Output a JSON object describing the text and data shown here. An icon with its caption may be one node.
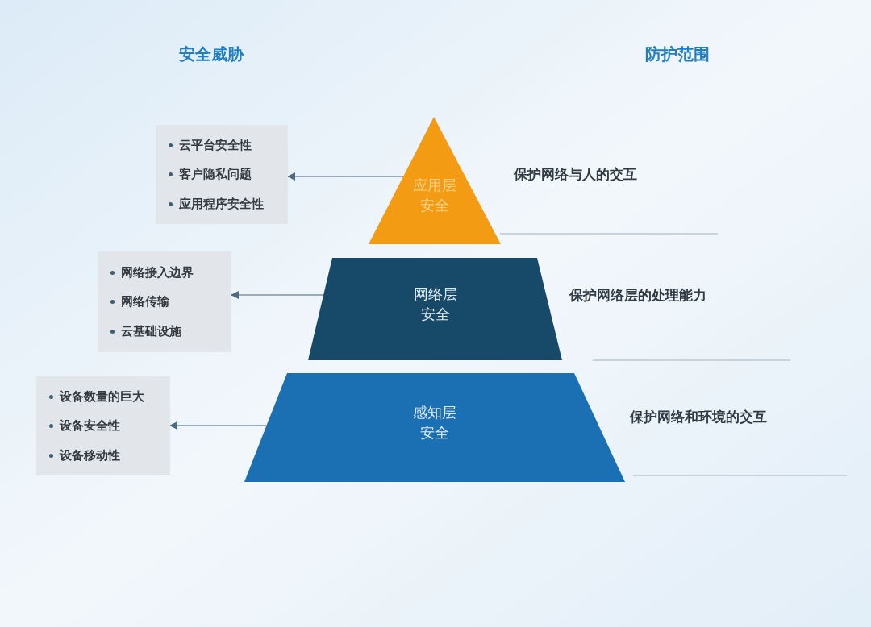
{
  "diagram": {
    "nodes": [
      {
        "text": [
          "应用层安全"
        ],
        "beside": [
          "保护网络与人的交互"
        ]
      },
      {
        "text": [
          "网络层安全"
        ],
        "beside": [
          "保护网络层的处理能力"
        ]
      },
      {
        "text": [
          "感知层安全"
        ],
        "beside": [
          "保护网络和环境的交互"
        ]
      },
      {
        "text": [
          "云平台安全性",
          "客户隐私问题",
          "应用程序安全性"
        ]
      },
      {
        "text": [
          "网络接入边界",
          "网络传输",
          "云基础设施"
        ]
      },
      {
        "text": [
          "设备数量的巨大",
          "设备安全性",
          "设备移动性"
        ]
      }
    ],
    "edges": [
      {
        "from": 0,
        "to": 3,
        "arrow": "to"
      },
      {
        "from": 1,
        "to": 4,
        "arrow": "to"
      },
      {
        "from": 2,
        "to": 5,
        "arrow": "to"
      }
    ],
    "labels": [
      "安全威胁",
      "防护范围"
    ]
  }
}
